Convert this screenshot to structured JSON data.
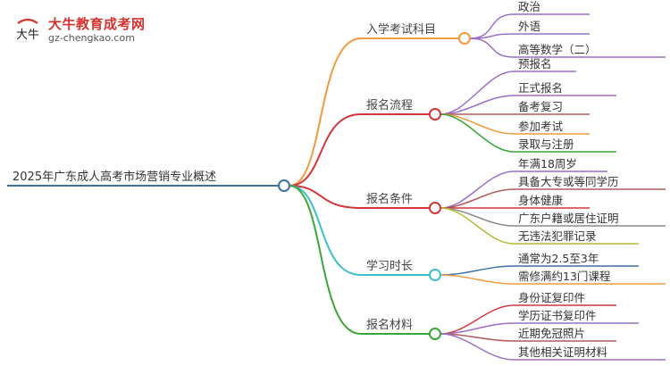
{
  "logo": {
    "brand_name": "大牛教育成考网",
    "url": "gz-chengkao.com",
    "mark_text": "大牛"
  },
  "root": {
    "label": "2025年广东成人高考市场营销专业概述",
    "color": "#3f6fa4"
  },
  "branches": [
    {
      "label": "入学考试科目",
      "color": "#f29a3e",
      "leaves": [
        {
          "label": "政治",
          "color": "#9b6fc4"
        },
        {
          "label": "外语",
          "color": "#9b6fc4"
        },
        {
          "label": "高等数学（二）",
          "color": "#9b6fc4"
        }
      ]
    },
    {
      "label": "报名流程",
      "color": "#d4353a",
      "leaves": [
        {
          "label": "预报名",
          "color": "#9b6fc4"
        },
        {
          "label": "正式报名",
          "color": "#9b6fc4"
        },
        {
          "label": "备考复习",
          "color": "#b35a5a"
        },
        {
          "label": "参加考试",
          "color": "#f29a3e"
        },
        {
          "label": "录取与注册",
          "color": "#3aa63a"
        }
      ]
    },
    {
      "label": "报名条件",
      "color": "#d4353a",
      "leaves": [
        {
          "label": "年满18周岁",
          "color": "#9b6fc4"
        },
        {
          "label": "具备大专或等同学历",
          "color": "#b35a5a"
        },
        {
          "label": "身体健康",
          "color": "#d4353a"
        },
        {
          "label": "广东户籍或居住证明",
          "color": "#8c8c8c"
        },
        {
          "label": "无违法犯罪记录",
          "color": "#b8b832"
        }
      ]
    },
    {
      "label": "学习时长",
      "color": "#3bbfc9",
      "leaves": [
        {
          "label": "通常为2.5至3年",
          "color": "#3f6fa4"
        },
        {
          "label": "需修满约13门课程",
          "color": "#f29a3e"
        }
      ]
    },
    {
      "label": "报名材料",
      "color": "#3aa63a",
      "leaves": [
        {
          "label": "身份证复印件",
          "color": "#d4353a"
        },
        {
          "label": "学历证书复印件",
          "color": "#9b6fc4"
        },
        {
          "label": "近期免冠照片",
          "color": "#b35a5a"
        },
        {
          "label": "其他相关证明材料",
          "color": "#9b6fc4"
        }
      ]
    }
  ]
}
